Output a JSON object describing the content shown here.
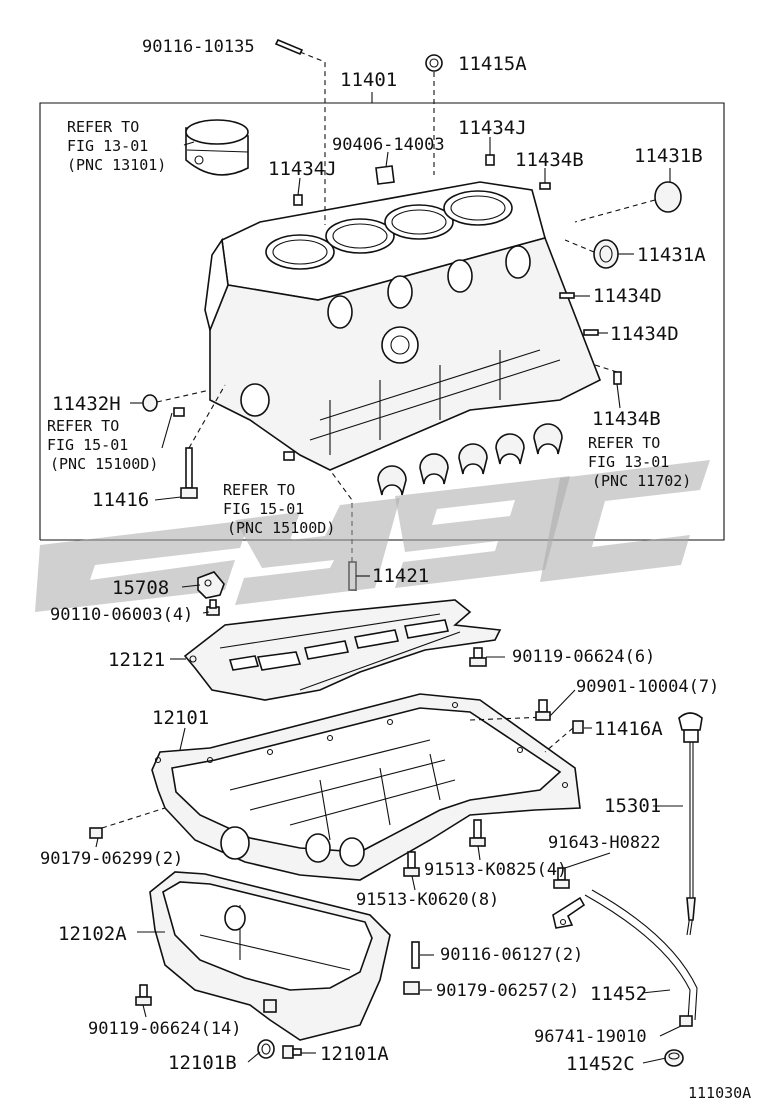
{
  "diagram": {
    "figure_code": "111030A",
    "watermark": "cyyc",
    "callouts": {
      "p90116_10135": "90116-10135",
      "p11415A": "11415A",
      "p11401": "11401",
      "refer_piston_line1": "REFER TO",
      "refer_piston_line2": "FIG 13-01",
      "refer_piston_line3": "(PNC 13101)",
      "p90406_14003": "90406-14003",
      "p11434J_a": "11434J",
      "p11434J_b": "11434J",
      "p11434B_a": "11434B",
      "p11431B": "11431B",
      "p11431A": "11431A",
      "p11434D_a": "11434D",
      "p11434D_b": "11434D",
      "p11432H": "11432H",
      "refer_15_a_line1": "REFER TO",
      "refer_15_a_line2": "FIG 15-01",
      "refer_15_a_line3": "(PNC 15100D)",
      "p11434B_b": "11434B",
      "refer_bearing_line1": "REFER TO",
      "refer_bearing_line2": "FIG 13-01",
      "refer_bearing_line3": "(PNC 11702)",
      "p11416": "11416",
      "refer_15_b_line1": "REFER TO",
      "refer_15_b_line2": "FIG 15-01",
      "refer_15_b_line3": "(PNC 15100D)",
      "p15708": "15708",
      "p11421": "11421",
      "p90110_06003": "90110-06003(4)",
      "p12121": "12121",
      "p90119_06624_6": "90119-06624(6)",
      "p90901_10004": "90901-10004(7)",
      "p12101": "12101",
      "p11416A": "11416A",
      "p15301": "15301",
      "p90179_06299": "90179-06299(2)",
      "p91643_H0822": "91643-H0822",
      "p91513_K0825": "91513-K0825(4)",
      "p91513_K0620": "91513-K0620(8)",
      "p12102A": "12102A",
      "p90116_06127": "90116-06127(2)",
      "p90179_06257": "90179-06257(2)",
      "p11452": "11452",
      "p90119_06624_14": "90119-06624(14)",
      "p96741_19010": "96741-19010",
      "p12101B": "12101B",
      "p12101A": "12101A",
      "p11452C": "11452C"
    }
  }
}
